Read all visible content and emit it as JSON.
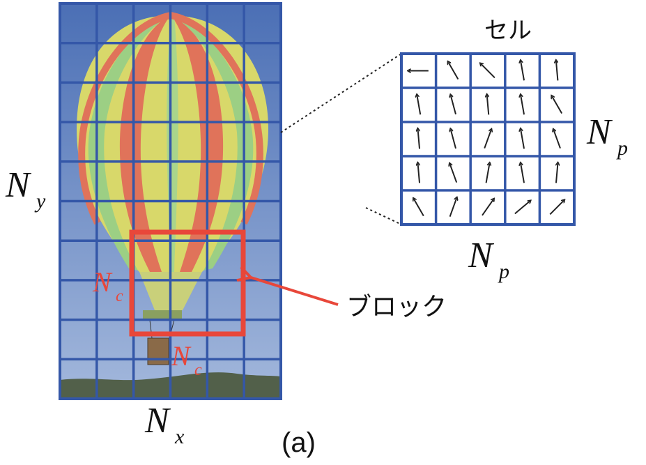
{
  "figure": {
    "panel_label": "(a)",
    "cell_label": "セル",
    "block_label": "ブロック",
    "image_grid": {
      "cols": 6,
      "rows": 10
    },
    "cell_grid": {
      "cols": 5,
      "rows": 5
    },
    "labels": {
      "ny": {
        "main": "N",
        "sub": "y"
      },
      "nx": {
        "main": "N",
        "sub": "x"
      },
      "np_right": {
        "main": "N",
        "sub": "p"
      },
      "np_bottom": {
        "main": "N",
        "sub": "p"
      },
      "nc_left": {
        "main": "N",
        "sub": "c"
      },
      "nc_bottom": {
        "main": "N",
        "sub": "c"
      }
    },
    "gradient_arrow_angles_deg": [
      [
        180,
        120,
        135,
        100,
        95
      ],
      [
        100,
        105,
        95,
        100,
        120
      ],
      [
        95,
        105,
        70,
        100,
        110
      ],
      [
        95,
        110,
        80,
        100,
        85
      ],
      [
        120,
        70,
        55,
        40,
        45
      ]
    ],
    "colors": {
      "grid": "#3457a8",
      "block": "#e8473a",
      "label_red": "#e8473a",
      "sky_top": "#4d72b8",
      "sky_bottom": "#9fb4da"
    }
  }
}
